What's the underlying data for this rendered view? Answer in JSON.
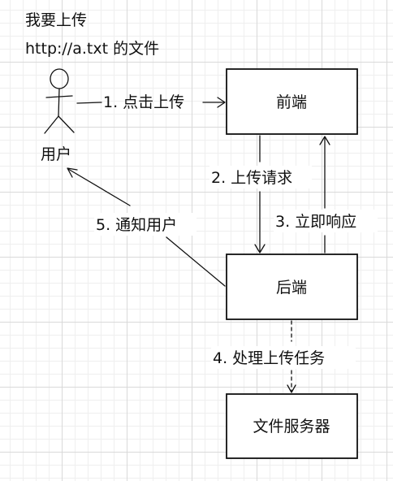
{
  "note": {
    "line1": "我要上传",
    "line2": "http://a.txt 的文件"
  },
  "actor": {
    "label": "用户"
  },
  "nodes": {
    "frontend": "前端",
    "backend": "后端",
    "file_service": "文件服务器"
  },
  "edges": {
    "click_upload": "1. 点击上传",
    "upload_request": "2. 上传请求",
    "immediate_response": "3. 立即响应",
    "process_upload": "4. 处理上传任务",
    "notify_user": "5. 通知用户"
  }
}
